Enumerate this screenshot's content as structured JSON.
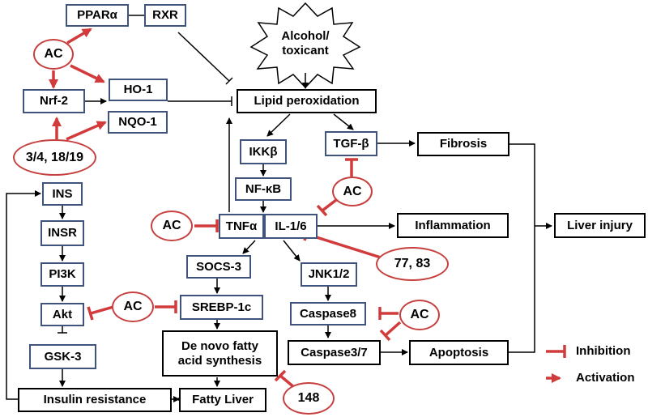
{
  "nodes": {
    "ppara": "PPARα",
    "rxr": "RXR",
    "alcohol_line1": "Alcohol/",
    "alcohol_line2": "toxicant",
    "ac": "AC",
    "nrf2": "Nrf-2",
    "ho1": "HO-1",
    "nqo1": "NQO-1",
    "lipid_peroxidation": "Lipid peroxidation",
    "compounds_3_4_18_19": "3/4, 18/19",
    "ikkb": "IKKβ",
    "tgfb": "TGF-β",
    "fibrosis": "Fibrosis",
    "nfkb": "NF-κB",
    "ins": "INS",
    "insr": "INSR",
    "tnfa": "TNFα",
    "il16": "IL-1/6",
    "inflammation": "Inflammation",
    "liver_injury": "Liver injury",
    "compounds_77_83": "77, 83",
    "pi3k": "PI3K",
    "socs3": "SOCS-3",
    "jnk12": "JNK1/2",
    "akt": "Akt",
    "srebp1c": "SREBP-1c",
    "caspase8": "Caspase8",
    "de_novo_line1": "De novo fatty",
    "de_novo_line2": "acid synthesis",
    "caspase37": "Caspase3/7",
    "apoptosis": "Apoptosis",
    "gsk3": "GSK-3",
    "insulin_resistance": "Insulin resistance",
    "fatty_liver": "Fatty Liver",
    "compound_148": "148"
  },
  "legend": {
    "inhibition": "Inhibition",
    "activation": "Activation"
  },
  "colors": {
    "regulator_red": "#d13b3b",
    "oval_border": "#c6403f",
    "blue_border": "#40537c",
    "black": "#000000"
  }
}
